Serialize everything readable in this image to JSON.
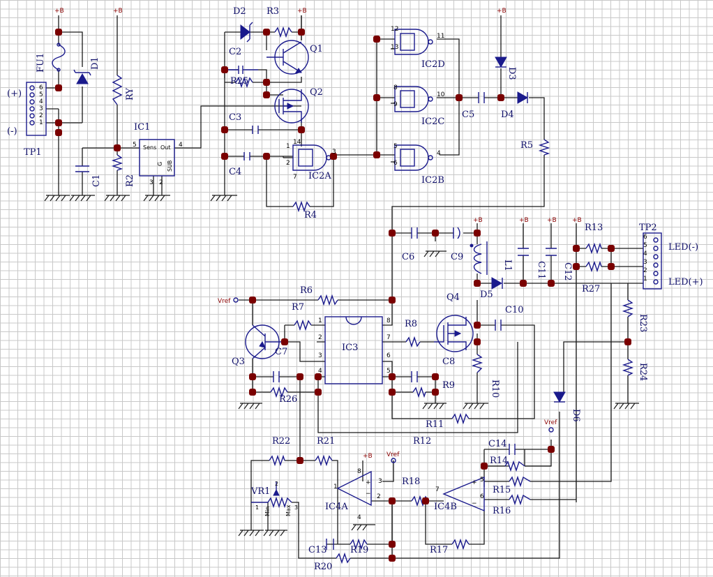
{
  "colors": {
    "wire": "#1a1a1a",
    "component": "#1a1a8c",
    "junction": "#7a0000",
    "grid": "#c8c8c8"
  },
  "rails": {
    "pos": "+B",
    "vref": "Vref"
  },
  "connectors": {
    "TP1": {
      "name": "TP1",
      "pins": [
        "6",
        "5",
        "4",
        "3",
        "2",
        "1"
      ],
      "plus": "(+)",
      "minus": "(-)"
    },
    "TP2": {
      "name": "TP2",
      "pins": [
        "6",
        "5",
        "4",
        "3",
        "2",
        "1"
      ],
      "led_minus": "LED(-)",
      "led_plus": "LED(+)"
    }
  },
  "components": {
    "FU1": "FU1",
    "D1": "D1",
    "RY": "RY",
    "R2": "R2",
    "C1": "C1",
    "IC1": "IC1",
    "IC1_sens": "Sens",
    "IC1_out": "Out",
    "IC1_g": "G",
    "IC1_sub": "SUB",
    "IC1_pin5": "5",
    "IC1_pin4": "4",
    "IC1_pin3": "3",
    "IC1_pin2": "2",
    "D2": "D2",
    "R3": "R3",
    "Q1": "Q1",
    "C2": "C2",
    "R25": "R25",
    "Q2": "Q2",
    "C3": "C3",
    "C4": "C4",
    "R4": "R4",
    "IC2A": "IC2A",
    "IC2B": "IC2B",
    "IC2C": "IC2C",
    "IC2D": "IC2D",
    "C5": "C5",
    "D3": "D3",
    "D4": "D4",
    "R5": "R5",
    "C6": "C6",
    "C9": "C9",
    "L1": "L1",
    "D5": "D5",
    "C11": "C11",
    "C12": "C12",
    "R13": "R13",
    "R27": "R27",
    "R23": "R23",
    "R24": "R24",
    "R6": "R6",
    "R7": "R7",
    "Q3": "Q3",
    "C7": "C7",
    "IC3": "IC3",
    "R8": "R8",
    "Q4": "Q4",
    "C8": "C8",
    "C10": "C10",
    "R9": "R9",
    "R10": "R10",
    "R11": "R11",
    "R12": "R12",
    "R26": "R26",
    "R22": "R22",
    "R21": "R21",
    "VR1": "VR1",
    "VR1_min": "Min",
    "VR1_max": "Max",
    "IC4A": "IC4A",
    "IC4B": "IC4B",
    "R18": "R18",
    "R14": "R14",
    "C14": "C14",
    "R15": "R15",
    "R16": "R16",
    "R17": "R17",
    "R19": "R19",
    "R20": "R20",
    "C13": "C13",
    "D6": "D6"
  },
  "pin_numbers": {
    "ic2a": [
      "1",
      "2",
      "3",
      "14",
      "7"
    ],
    "ic2b": [
      "5",
      "6",
      "4"
    ],
    "ic2c": [
      "8",
      "9",
      "10"
    ],
    "ic2d": [
      "12",
      "13",
      "11"
    ],
    "ic3_left": [
      "1",
      "2",
      "3",
      "4"
    ],
    "ic3_right": [
      "8",
      "7",
      "6",
      "5"
    ],
    "ic4a": [
      "1",
      "2",
      "3",
      "8",
      "4"
    ],
    "ic4b": [
      "7",
      "5",
      "6"
    ]
  },
  "vr1_numbers": {
    "n1": "1",
    "n2": "2",
    "n3": "3"
  }
}
